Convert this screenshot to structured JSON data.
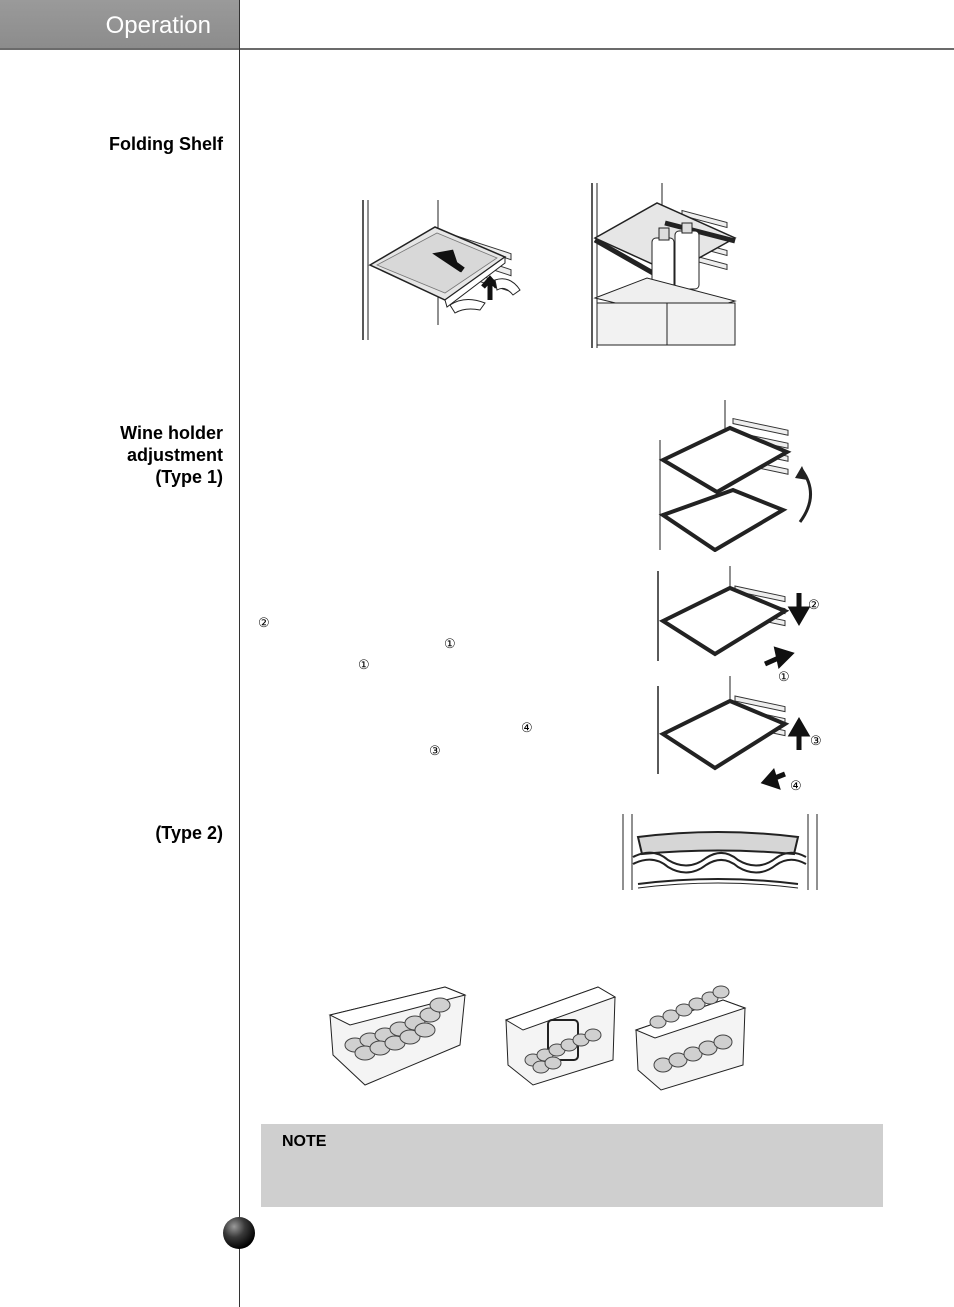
{
  "header": {
    "section_title": "Operation"
  },
  "sections": {
    "folding_shelf": {
      "label": "Folding Shelf"
    },
    "wine_holder_type1": {
      "label": "Wine holder\nadjustment\n(Type 1)"
    },
    "wine_holder_type2": {
      "label": "(Type 2)"
    }
  },
  "step_markers": {
    "text_2": "②",
    "text_1a": "①",
    "text_1b": "①",
    "text_4": "④",
    "text_3": "③",
    "fig_2": "②",
    "fig_1": "①",
    "fig_3": "③",
    "fig_4": "④"
  },
  "note": {
    "title": "NOTE"
  },
  "icons": {
    "page_number_ball": "page-number-ball-icon"
  }
}
